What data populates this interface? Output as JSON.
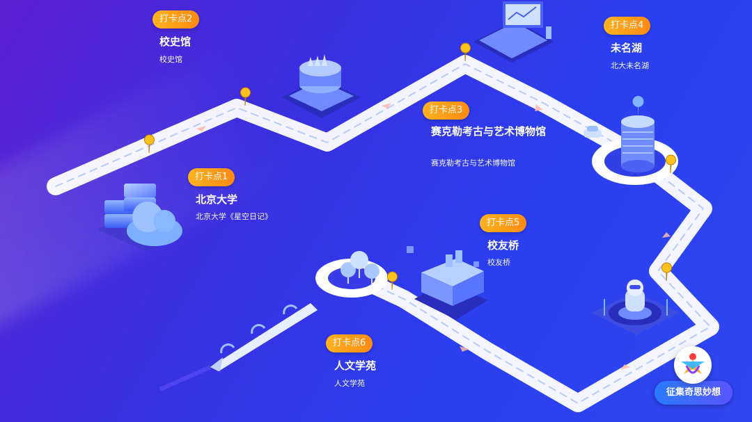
{
  "checkpoints": [
    {
      "badge": "打卡点1",
      "title": "北京大学",
      "subtitle": "北京大学《星空日记》"
    },
    {
      "badge": "打卡点2",
      "title": "校史馆",
      "subtitle": "校史馆"
    },
    {
      "badge": "打卡点3",
      "title": "赛克勒考古与艺术博物馆",
      "subtitle": "赛克勒考古与艺术博物馆"
    },
    {
      "badge": "打卡点4",
      "title": "未名湖",
      "subtitle": "北大未名湖"
    },
    {
      "badge": "打卡点5",
      "title": "校友桥",
      "subtitle": "校友桥"
    },
    {
      "badge": "打卡点6",
      "title": "人文学苑",
      "subtitle": "人文学苑"
    }
  ],
  "logo": {
    "label": "征集奇思妙想"
  },
  "icons": [
    "server-cloud-icon",
    "cake-building-icon",
    "laptop-chart-icon",
    "cylinder-tower-icon",
    "factory-building-icon",
    "tree-cluster-icon",
    "robot-pedestal-icon",
    "train-icon",
    "car-icon",
    "map-pin-icon"
  ],
  "colors": {
    "badge": "#ffa51a",
    "road": "#ffffff",
    "background": "#3a2fe0"
  }
}
